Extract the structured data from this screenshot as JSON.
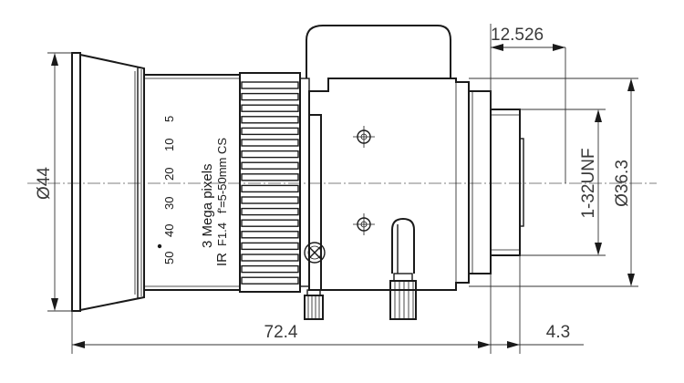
{
  "dimensions": {
    "front_diameter": "Ø44",
    "rear_diameter": "Ø36.3",
    "mount_thread": "1-32UNF",
    "flange_depth": "12.526",
    "overall_length": "72.4",
    "rear_offset": "4.3"
  },
  "engraving": {
    "focus_scale": [
      "50",
      "40",
      "30",
      "20",
      "10",
      "5"
    ],
    "line1": "3 Mega pixels",
    "line2": "f'=5-50mm CS",
    "line3": "F1.4",
    "prefix": "IR"
  }
}
